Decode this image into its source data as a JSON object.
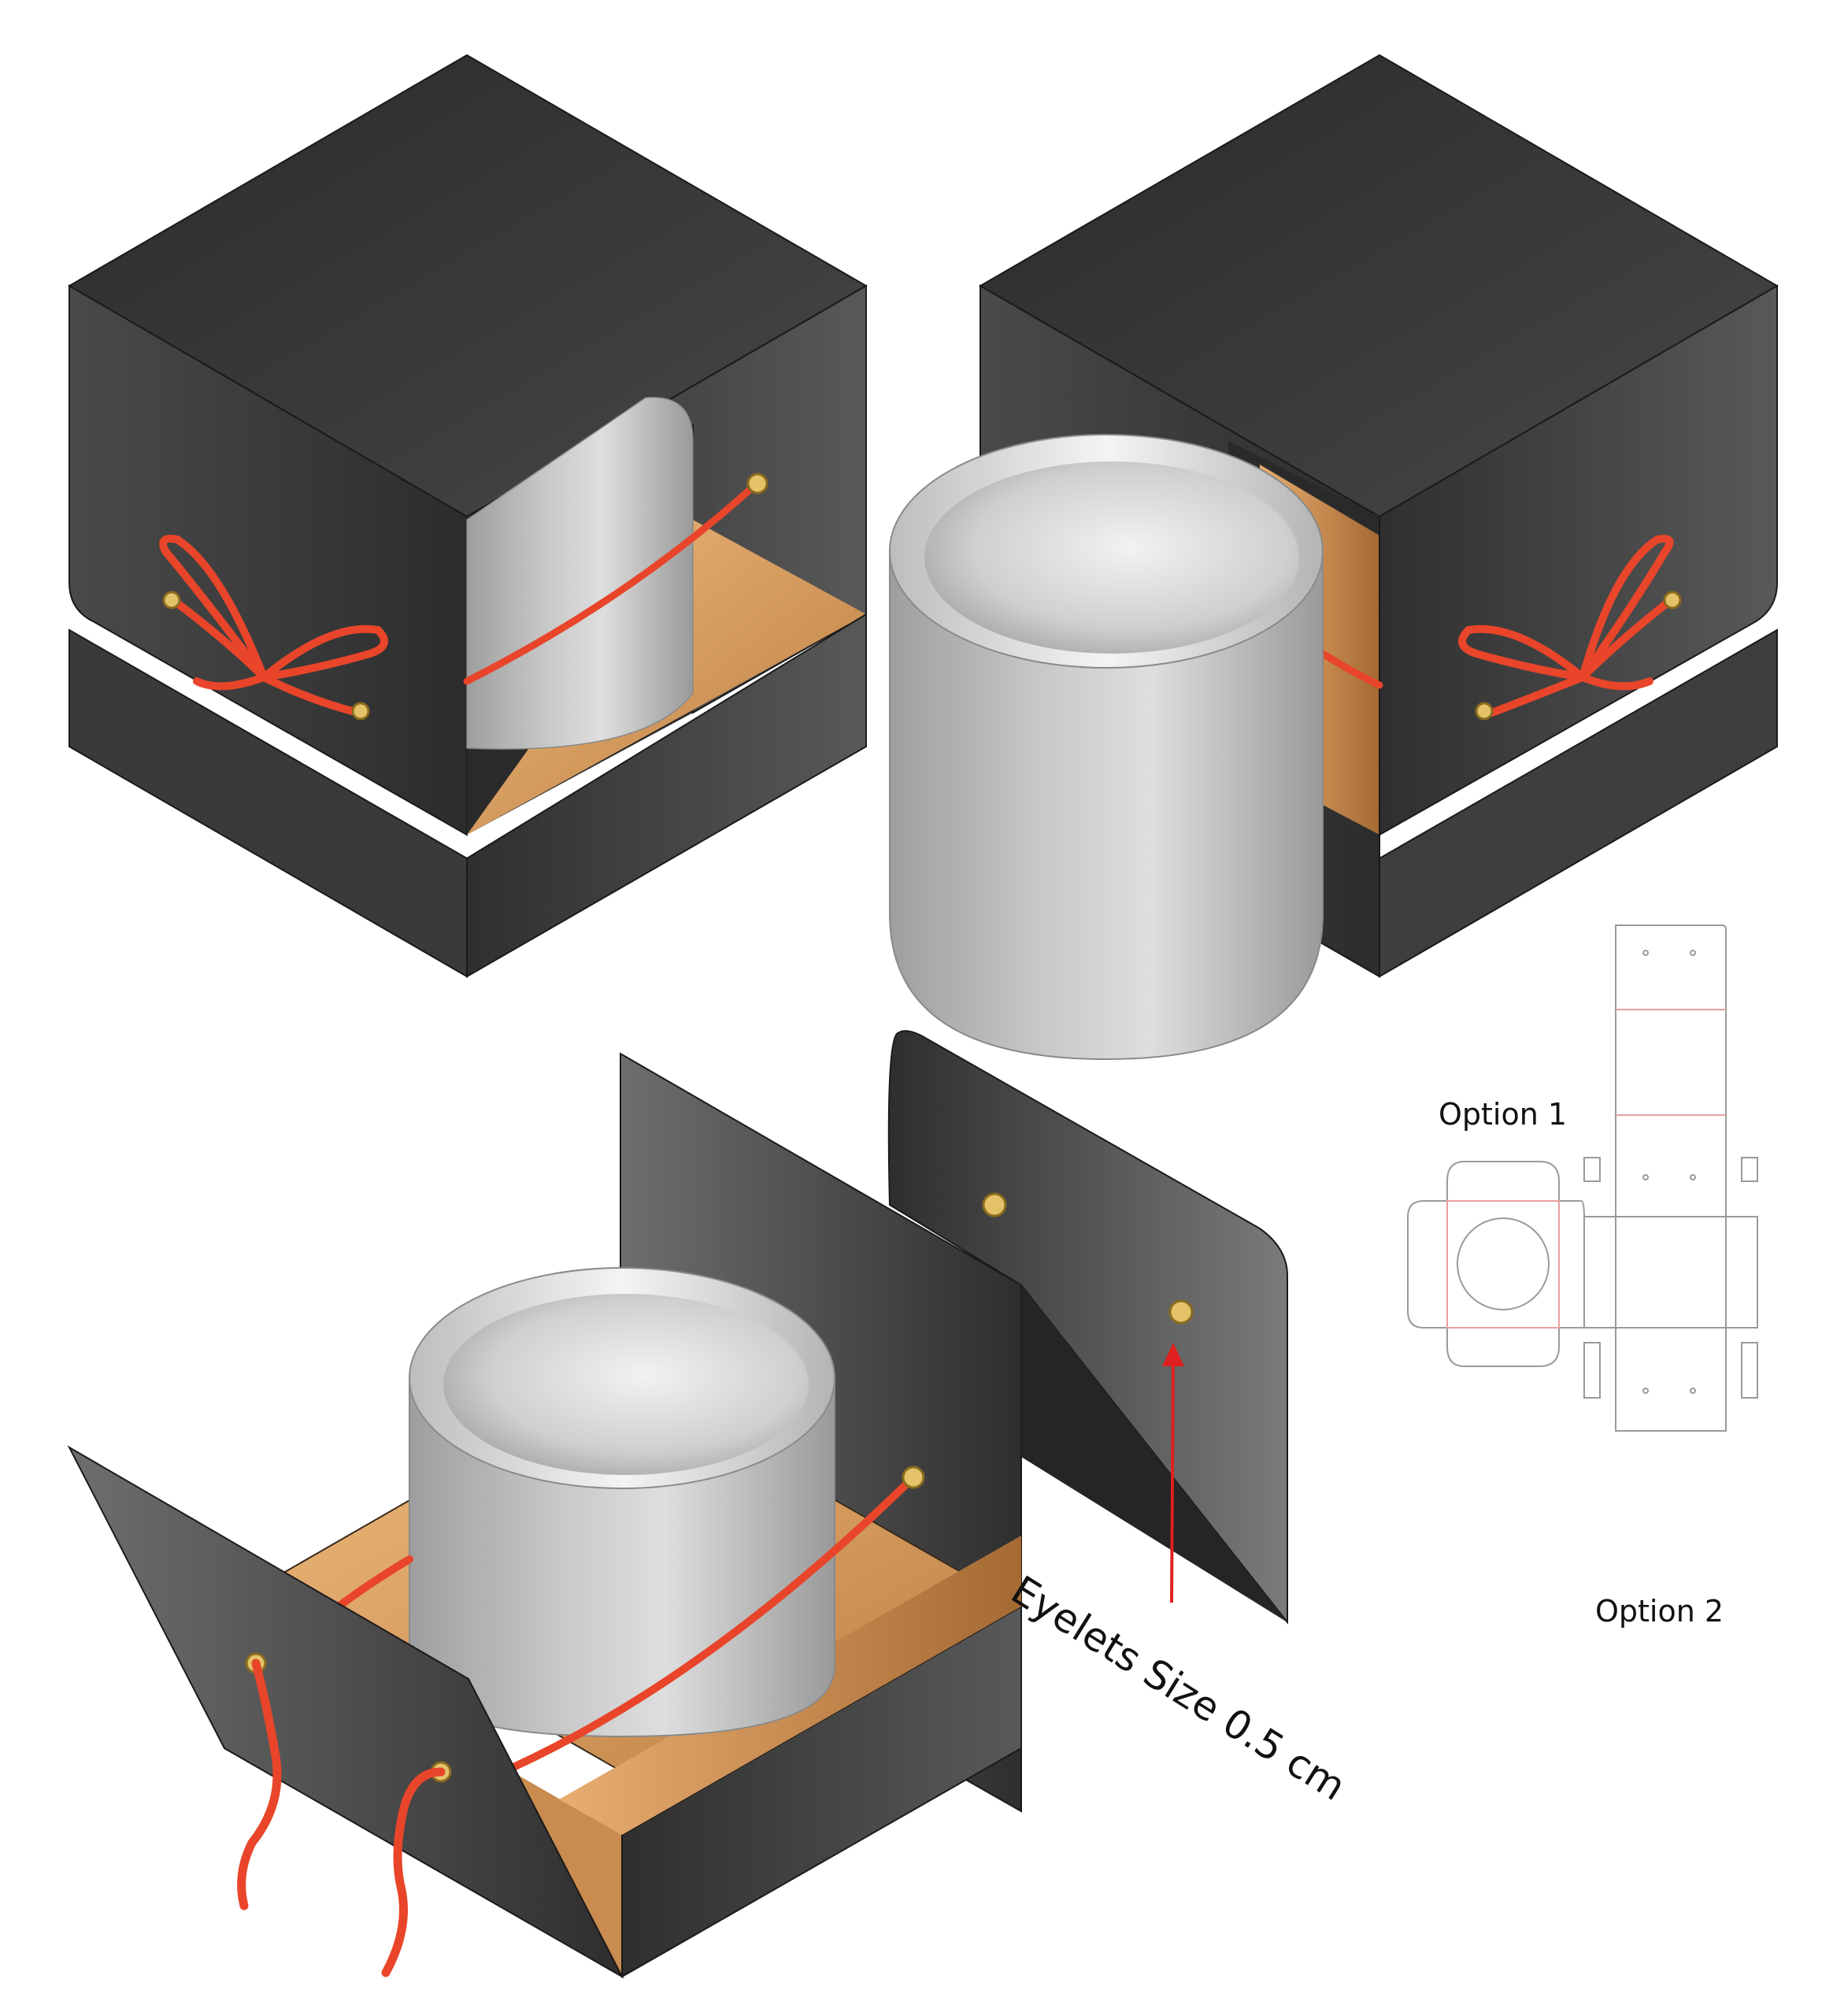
{
  "labels": {
    "option_1": "Option 1",
    "option_2": "Option 2",
    "eyelet_note": "Eyelets Size 0.5 cm"
  },
  "colors": {
    "box_dark": "#333333",
    "box_mid": "#555555",
    "kraft": "#d9a066",
    "ribbon": "#e8452a",
    "eyelet": "#e3c26a",
    "mug": "#d4d4d4",
    "dieline_cut": "#9a9a9a",
    "dieline_fold": "#e8a0a0",
    "arrow": "#e02020"
  },
  "icons": [
    "eyelet-icon",
    "ribbon-bow-icon",
    "arrow-icon"
  ]
}
